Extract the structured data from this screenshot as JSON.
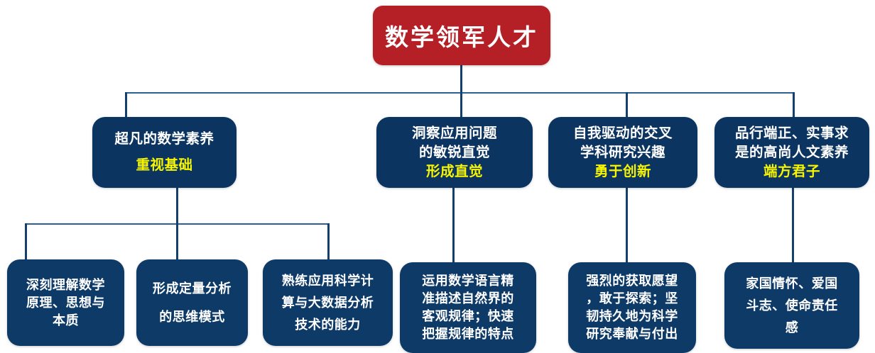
{
  "diagram": {
    "title": "数学领军人才",
    "type": "organization-tree",
    "colors": {
      "root_bg": "#b42025",
      "level2_bg": "#0c3460",
      "level3_bg": "#0e3a68",
      "accent_text": "#f7f500",
      "node_text": "#ffffff",
      "connector": "#13406e"
    },
    "root": {
      "label": "数学领军人才"
    },
    "level2": [
      {
        "id": "l2-1",
        "lines": [
          "超凡的数学素养"
        ],
        "accent": "重视基础"
      },
      {
        "id": "l2-2",
        "lines": [
          "洞察应用问题",
          "的敏锐直觉"
        ],
        "accent": "形成直觉"
      },
      {
        "id": "l2-3",
        "lines": [
          "自我驱动的交叉",
          "学科研究兴趣"
        ],
        "accent": "勇于创新"
      },
      {
        "id": "l2-4",
        "lines": [
          "品行端正、实事求",
          "是的高尚人文素养"
        ],
        "accent": "端方君子"
      }
    ],
    "level3": [
      {
        "id": "l3-1",
        "parent": "l2-1",
        "lines": [
          "深刻理解数学",
          "原理、思想与",
          "本质"
        ]
      },
      {
        "id": "l3-2",
        "parent": "l2-1",
        "lines": [
          "形成定量分析",
          "的思维模式"
        ]
      },
      {
        "id": "l3-3",
        "parent": "l2-1",
        "lines": [
          "熟练应用科学计",
          "算与大数据分析",
          "技术的能力"
        ]
      },
      {
        "id": "l3-4",
        "parent": "l2-2",
        "lines": [
          "运用数学语言精",
          "准描述自然界的",
          "客观规律；快速",
          "把握规律的特点"
        ]
      },
      {
        "id": "l3-5",
        "parent": "l2-3",
        "lines": [
          "强烈的获取愿望",
          "，敢于探索；坚",
          "韧持久地为科学",
          "研究奉献与付出"
        ]
      },
      {
        "id": "l3-6",
        "parent": "l2-4",
        "lines": [
          "家国情怀、爱国",
          "斗志、使命责任",
          "感"
        ]
      }
    ]
  }
}
